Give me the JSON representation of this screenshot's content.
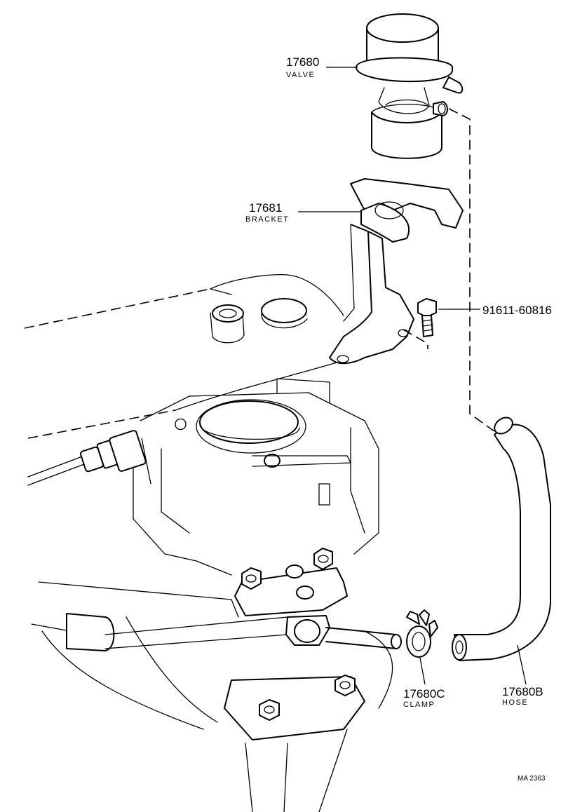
{
  "parts": {
    "valve": {
      "number": "17680",
      "name": "VALVE"
    },
    "bracket": {
      "number": "17681",
      "name": "BRACKET"
    },
    "bolt": {
      "number": "91611-60816"
    },
    "clamp": {
      "number": "17680C",
      "name": "CLAMP"
    },
    "hose": {
      "number": "17680B",
      "name": "HOSE"
    }
  },
  "figure_ref": "MA 2363"
}
